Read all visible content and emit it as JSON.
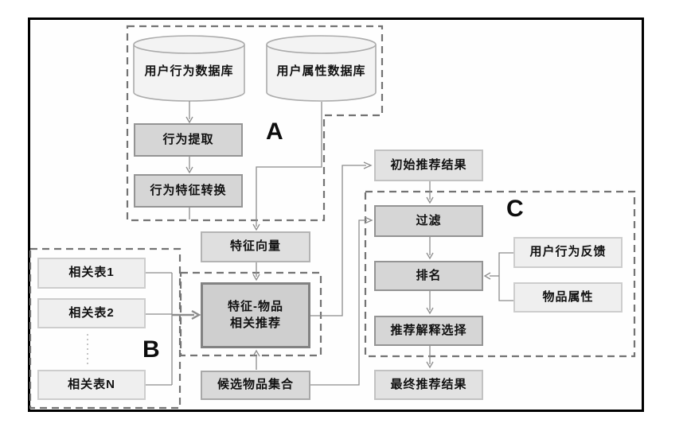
{
  "diagram": {
    "group_labels": {
      "a": "A",
      "b": "B",
      "c": "C"
    },
    "nodes": {
      "user_behavior_db": "用户行为数据库",
      "user_attr_db": "用户属性数据库",
      "behavior_extract": "行为提取",
      "behavior_feature_transform": "行为特征转换",
      "feature_vector": "特征向量",
      "rel_table_1": "相关表1",
      "rel_table_2": "相关表2",
      "rel_table_n": "相关表N",
      "feature_item_line1": "特征-物品",
      "feature_item_line2": "相关推荐",
      "candidate_item_set": "候选物品集合",
      "initial_result": "初始推荐结果",
      "filter": "过滤",
      "ranking": "排名",
      "explanation_select": "推荐解释选择",
      "final_result": "最终推荐结果",
      "user_behavior_feedback": "用户行为反馈",
      "item_attributes": "物品属性"
    },
    "colors": {
      "frame_border": "#000000",
      "dashed_outline": "#737373",
      "connector": "#8c8c8c",
      "box_dark_fill": "#cfcfcf",
      "box_medium_fill": "#d6d6d6",
      "box_light_fill": "#e2e2e2",
      "box_lightest_fill": "#efefef",
      "cylinder_fill": "#f3f3f3"
    }
  }
}
